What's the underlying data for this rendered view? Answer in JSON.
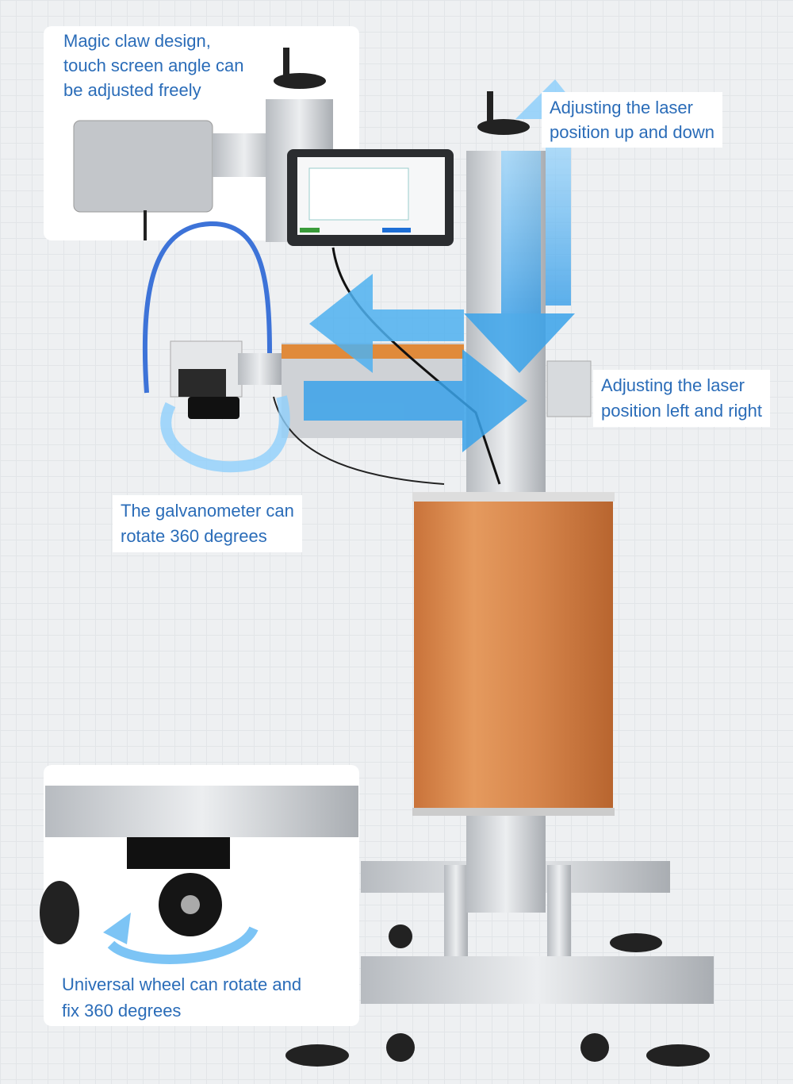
{
  "callouts": {
    "magic_claw": [
      "Magic claw design,",
      "touch screen angle can",
      "be adjusted freely"
    ],
    "up_down": [
      "Adjusting the laser",
      "position up and down"
    ],
    "left_right": [
      "Adjusting the laser",
      "position left and right"
    ],
    "galvanometer": [
      "The galvanometer can",
      "rotate 360 degrees"
    ],
    "wheel": [
      "Universal wheel can rotate and",
      "fix 360 degrees"
    ]
  },
  "colors": {
    "text": "#2a6cb8",
    "arrow": "#3aa3ea",
    "orange": "#d9874a",
    "metal": "#c9ccd0"
  }
}
